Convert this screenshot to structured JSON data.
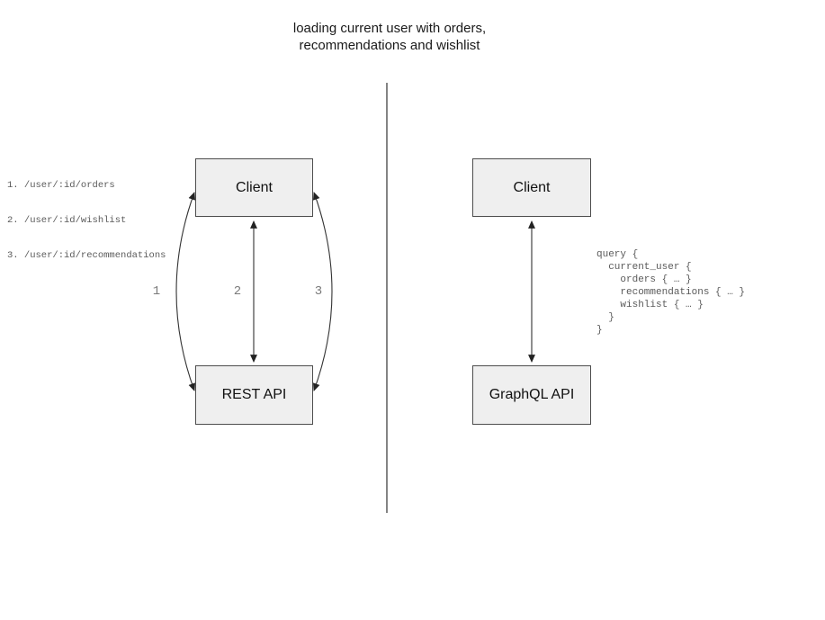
{
  "title": {
    "line1": "loading current user with orders,",
    "line2": "recommendations and wishlist"
  },
  "left_panel": {
    "endpoints": [
      "1. /user/:id/orders",
      "2. /user/:id/wishlist",
      "3. /user/:id/recommendations"
    ],
    "client_label": "Client",
    "api_label": "REST API",
    "arrow_labels": [
      "1",
      "2",
      "3"
    ]
  },
  "right_panel": {
    "client_label": "Client",
    "api_label": "GraphQL API",
    "query_code": "query {\n  current_user {\n    orders { … }\n    recommendations { … }\n    wishlist { … }\n  }\n}"
  },
  "colors": {
    "box_fill": "#efefef",
    "box_border": "#4d4d4d",
    "arrow_line": "#333333",
    "divider": "#666666",
    "muted_text": "#5a5a5a",
    "title_text": "#1a1a1a"
  }
}
